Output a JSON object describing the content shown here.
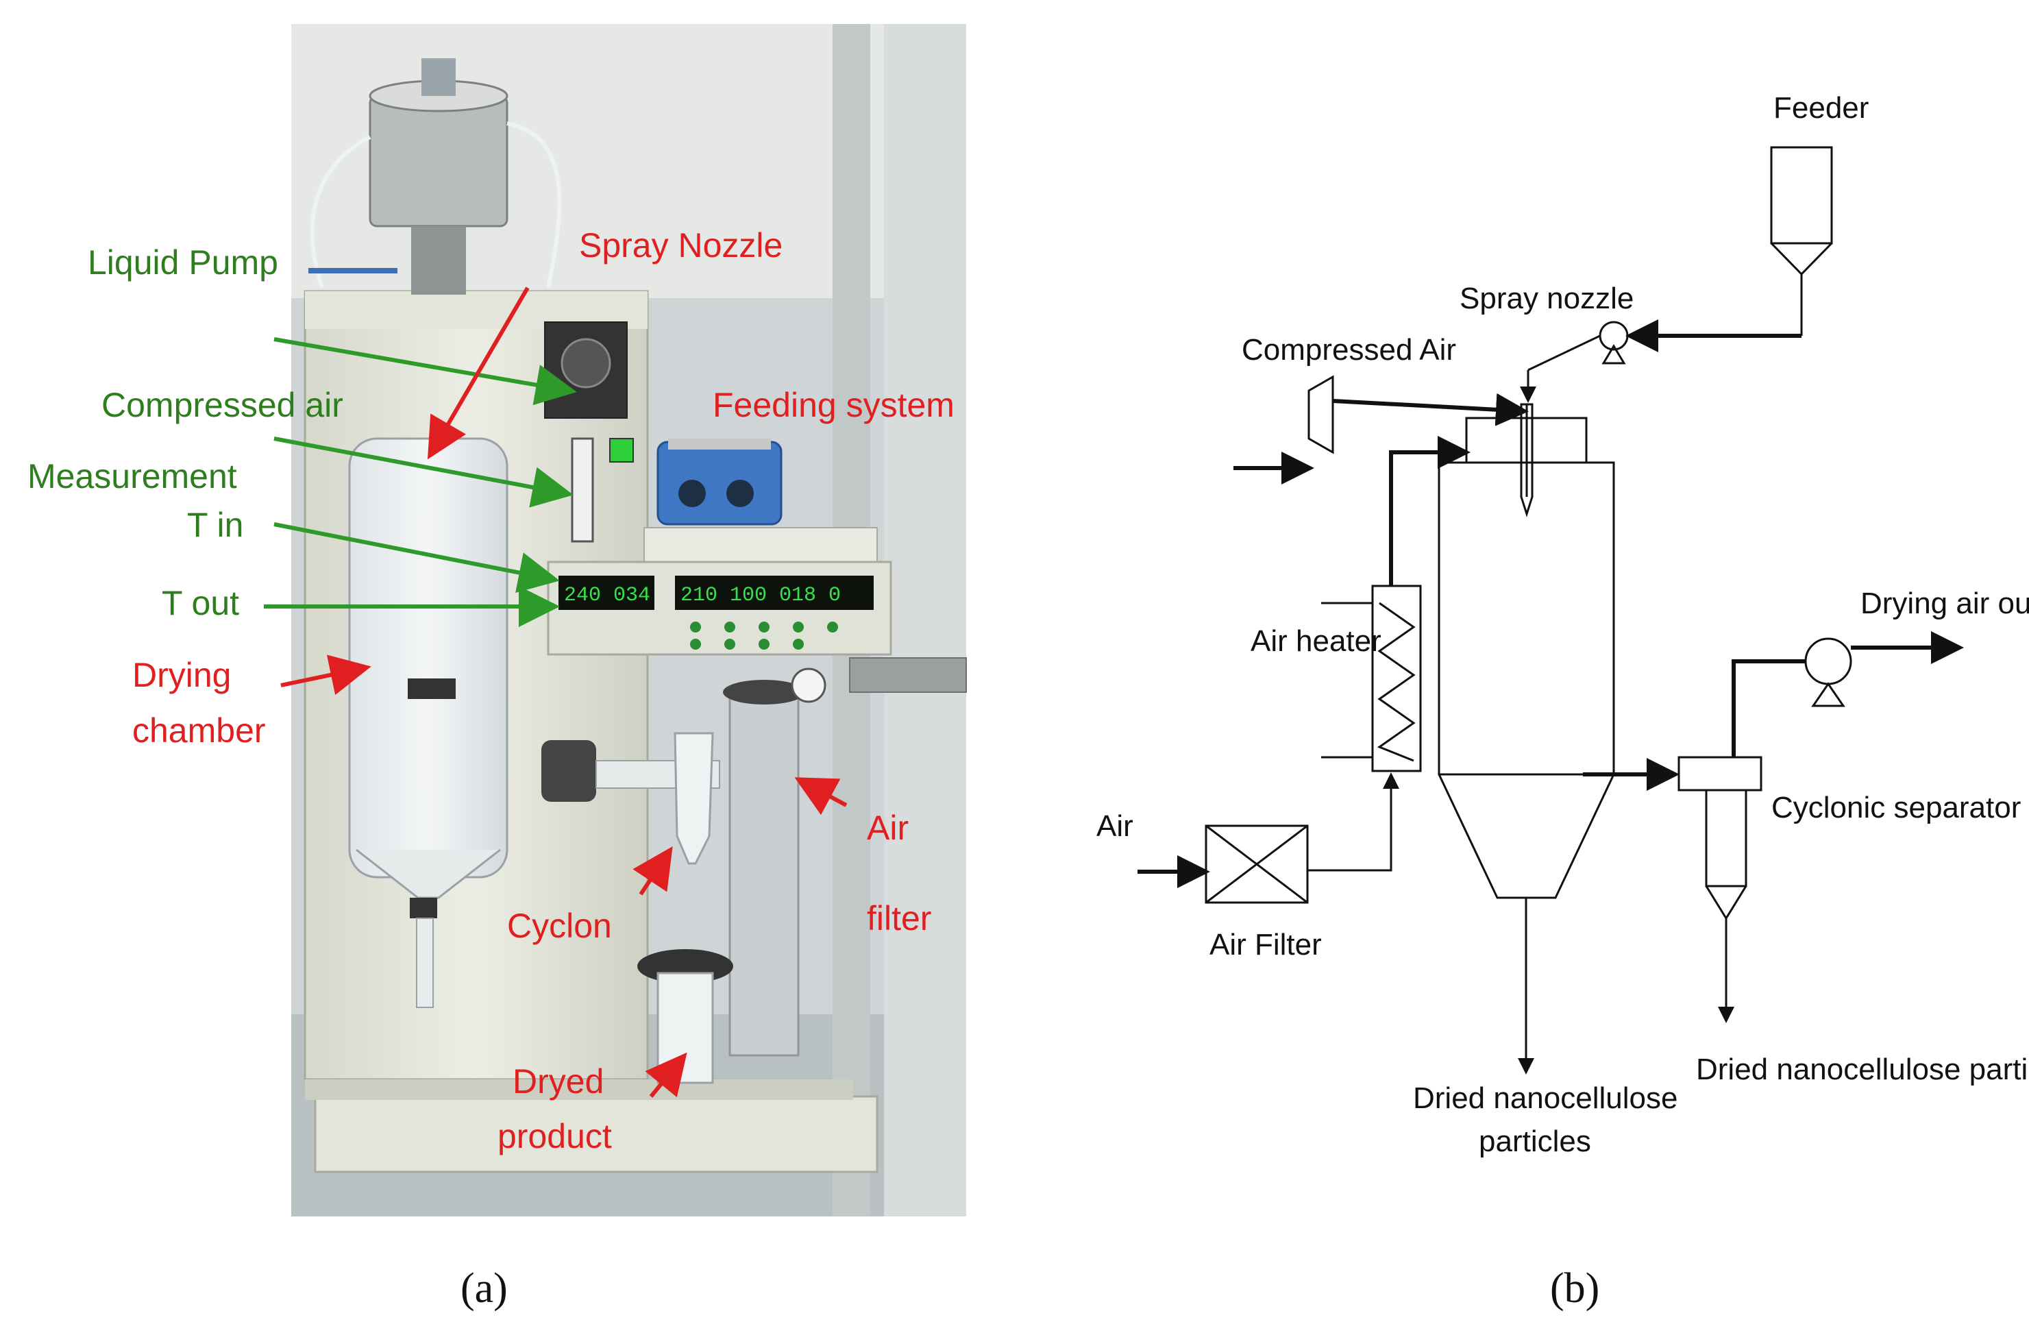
{
  "panel_a": {
    "caption": "(a)",
    "labels": {
      "liquid_pump": "Liquid Pump",
      "spray_nozzle": "Spray Nozzle",
      "compressed_air": "Compressed air",
      "feeding_system": "Feeding system",
      "measurement": "Measurement",
      "t_in": "T in",
      "t_out": "T out",
      "drying": "Drying",
      "chamber": "chamber",
      "cyclon": "Cyclon",
      "air": "Air",
      "filter": "filter",
      "dryed": "Dryed",
      "product": "product"
    },
    "display_left": "240 034",
    "display_right": "210 100 018 0"
  },
  "panel_b": {
    "caption": "(b)",
    "labels": {
      "feeder": "Feeder",
      "spray_nozzle": "Spray nozzle",
      "compressed_air": "Compressed Air",
      "air_heater": "Air heater",
      "air": "Air",
      "air_filter": "Air Filter",
      "drying_air_out": "Drying air out",
      "cyclonic_separator": "Cyclonic separator",
      "dried_line1": "Dried nanocellulose",
      "dried_line2": "particles",
      "dried_right": "Dried nanocellulose particles"
    }
  },
  "colors": {
    "green_label": "#2e7d1f",
    "red_label": "#e02020"
  }
}
